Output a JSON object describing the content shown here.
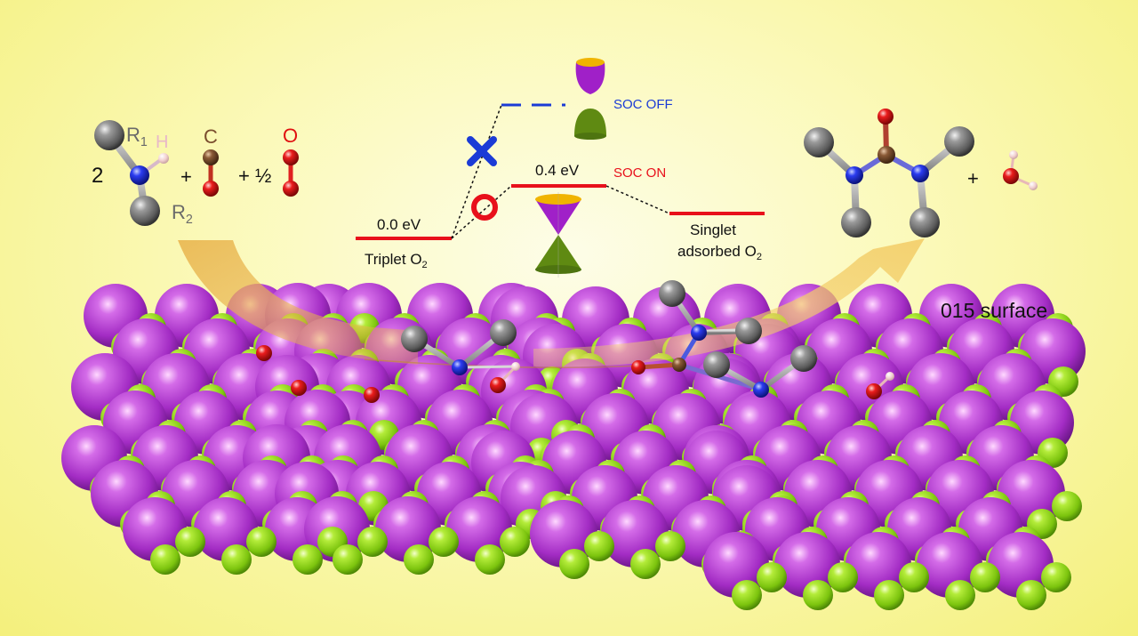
{
  "reaction": {
    "coefficient_amine": "2",
    "r1": "R",
    "r1_sub": "1",
    "r2": "R",
    "r2_sub": "2",
    "h_atom": "H",
    "plus_1": "+",
    "c_atom": "C",
    "plus_half": "+ ½",
    "o_atom": "O",
    "plus_2": "+"
  },
  "energy": {
    "triplet_energy": "0.0 eV",
    "triplet_label": "Triplet O",
    "triplet_sub": "2",
    "barrier_energy": "0.4 eV",
    "soc_off": "SOC OFF",
    "soc_on": "SOC ON",
    "singlet_line1": "Singlet",
    "singlet_line2": "adsorbed O",
    "singlet_sub": "2"
  },
  "surface_label": "015 surface",
  "colors": {
    "background": "#f6f38a",
    "nitrogen": "#1f2fd8",
    "carbon_r": "#6e6e6e",
    "carbonyl_c": "#7a4d2e",
    "oxygen": "#e01010",
    "hydrogen": "#f2d3d3",
    "level": "#e8101b",
    "soc_off": "#1b3bd6",
    "soc_on": "#e8101b",
    "cone_top": "#f0b400",
    "cone_body": "#a020c8",
    "cone_bottom": "#5f8a12",
    "surface_purple": "#b53bd1",
    "surface_green": "#8fd614"
  }
}
